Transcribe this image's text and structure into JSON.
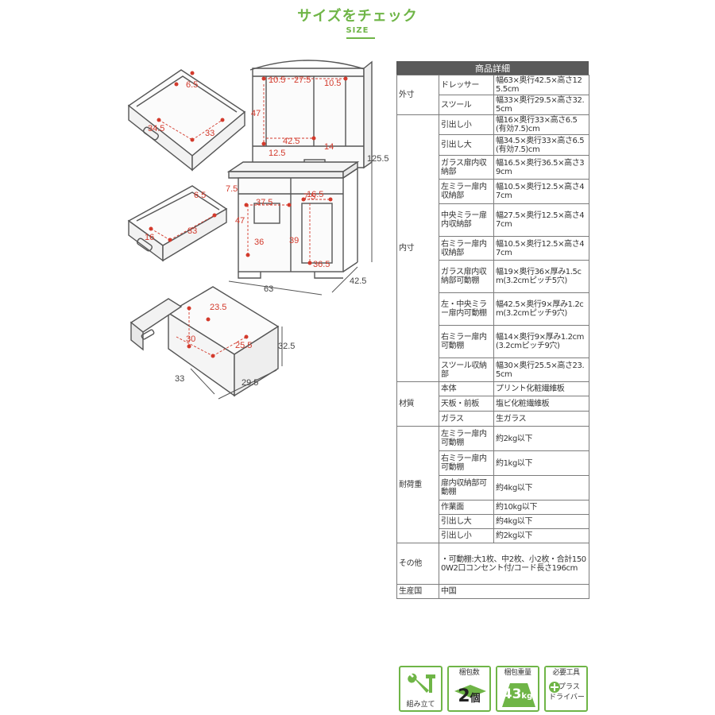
{
  "header": {
    "title": "サイズをチェック",
    "subtitle": "SIZE"
  },
  "diagram_labels": {
    "drawer_small": {
      "a": "6.5",
      "b": "34.5",
      "c": "33"
    },
    "drawer_large": {
      "a": "6.5",
      "b": "16",
      "c": "33"
    },
    "stool": {
      "a": "23.5",
      "b": "30",
      "c": "25.5",
      "d": "32.5",
      "e": "33",
      "f": "29.5"
    },
    "dresser": {
      "top_l": "10.5",
      "top_c": "27.5",
      "top_r": "10.5",
      "h_mirror": "47",
      "shelf_w": "42.5",
      "shelf_d": "12.5",
      "side_d": "14",
      "total_h": "125.5",
      "drawer_l": "7.5",
      "drawer_r": "7.5",
      "cab_w": "37.5",
      "cab_h": "47",
      "cab_d": "36",
      "glass_w": "16.5",
      "glass_h": "39",
      "glass_d": "36.5",
      "width": "63",
      "depth": "42.5"
    }
  },
  "spec": {
    "heading": "商品詳細",
    "rows": [
      {
        "cat": "外寸",
        "sub": "ドレッサー",
        "val": "幅63×奥行42.5×高さ125.5cm"
      },
      {
        "cat": "",
        "sub": "スツール",
        "val": "幅33×奥行29.5×高さ32.5cm"
      },
      {
        "cat": "内寸",
        "sub": "引出し小",
        "val": "幅16×奥行33×高さ6.5(有効7.5)cm"
      },
      {
        "cat": "",
        "sub": "引出し大",
        "val": "幅34.5×奥行33×高さ6.5(有効7.5)cm"
      },
      {
        "cat": "",
        "sub": "ガラス扉内収納部",
        "val": "幅16.5×奥行36.5×高さ39cm"
      },
      {
        "cat": "",
        "sub": "左ミラー扉内収納部",
        "val": "幅10.5×奥行12.5×高さ47cm"
      },
      {
        "cat": "",
        "sub": "中央ミラー扉内収納部",
        "val": "幅27.5×奥行12.5×高さ47cm"
      },
      {
        "cat": "",
        "sub": "右ミラー扉内収納部",
        "val": "幅10.5×奥行12.5×高さ47cm"
      },
      {
        "cat": "",
        "sub": "ガラス扉内収納部可動棚",
        "val": "幅19×奥行36×厚み1.5cm(3.2cmピッチ5穴)"
      },
      {
        "cat": "",
        "sub": "左・中央ミラー扉内可動棚",
        "val": "幅42.5×奥行9×厚み1.2cm(3.2cmピッチ9穴)"
      },
      {
        "cat": "",
        "sub": "右ミラー扉内可動棚",
        "val": "幅14×奥行9×厚み1.2cm(3.2cmピッチ9穴)"
      },
      {
        "cat": "",
        "sub": "スツール収納部",
        "val": "幅30×奥行25.5×高さ23.5cm"
      },
      {
        "cat": "材質",
        "sub": "本体",
        "val": "プリント化粧繊維板"
      },
      {
        "cat": "",
        "sub": "天板・前板",
        "val": "塩ビ化粧繊維板"
      },
      {
        "cat": "",
        "sub": "ガラス",
        "val": "生ガラス"
      },
      {
        "cat": "耐荷重",
        "sub": "左ミラー扉内可動棚",
        "val": "約2kg以下"
      },
      {
        "cat": "",
        "sub": "右ミラー扉内可動棚",
        "val": "約1kg以下"
      },
      {
        "cat": "",
        "sub": "扉内収納部可動棚",
        "val": "約4kg以下"
      },
      {
        "cat": "",
        "sub": "作業面",
        "val": "約10kg以下"
      },
      {
        "cat": "",
        "sub": "引出し大",
        "val": "約4kg以下"
      },
      {
        "cat": "",
        "sub": "引出し小",
        "val": "約2kg以下"
      },
      {
        "cat": "その他",
        "sub": "",
        "val": "・可動棚:大1枚、中2枚、小2枚・合計1500W2口コンセント付/コード長さ196cm"
      },
      {
        "cat": "生産国",
        "sub": "",
        "val": "中国"
      }
    ]
  },
  "icons": {
    "assembly": {
      "label": "組み立て"
    },
    "packages": {
      "head": "梱包数",
      "value": "2",
      "unit": "個"
    },
    "weight": {
      "head": "梱包重量",
      "value": "43",
      "unit": "kg"
    },
    "tools": {
      "head": "必要工具",
      "line1": "プラス",
      "line2": "ドライバー"
    }
  },
  "colors": {
    "accent": "#6fb547",
    "dim_red": "#d33a2c",
    "table_head": "#5a5a5a"
  }
}
